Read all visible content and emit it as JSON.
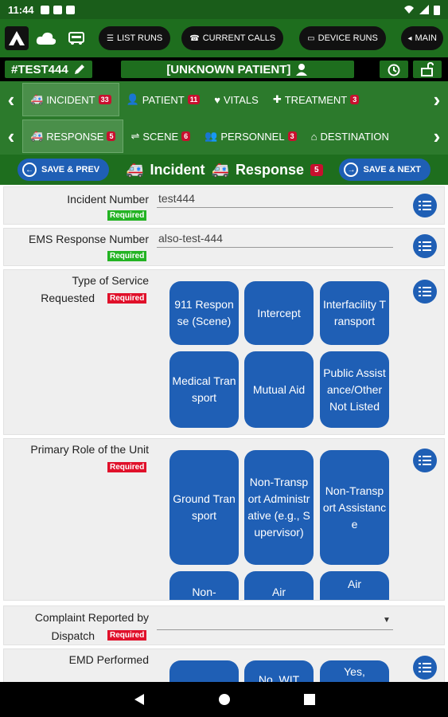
{
  "status_bar": {
    "time": "11:44"
  },
  "top_bar": {
    "list_runs": "LIST RUNS",
    "current_calls": "CURRENT CALLS",
    "device_runs": "DEVICE RUNS",
    "main": "MAIN"
  },
  "record": {
    "id": "#TEST444",
    "patient": "[UNKNOWN PATIENT]"
  },
  "nav_row1": [
    {
      "label": "INCIDENT",
      "badge": "33"
    },
    {
      "label": "PATIENT",
      "badge": "11"
    },
    {
      "label": "VITALS",
      "badge": ""
    },
    {
      "label": "TREATMENT",
      "badge": "3"
    }
  ],
  "nav_row2": [
    {
      "label": "RESPONSE",
      "badge": "5"
    },
    {
      "label": "SCENE",
      "badge": "6"
    },
    {
      "label": "PERSONNEL",
      "badge": "3"
    },
    {
      "label": "DESTINATION",
      "badge": ""
    }
  ],
  "action_bar": {
    "save_prev": "SAVE & PREV",
    "section": "Incident",
    "subsection": "Response",
    "sub_badge": "5",
    "save_next": "SAVE & NEXT"
  },
  "fields": {
    "incident_number": {
      "label": "Incident Number",
      "value": "test444",
      "required": "Required"
    },
    "ems_response_number": {
      "label": "EMS Response Number",
      "value": "also-test-444",
      "required": "Required"
    },
    "type_of_service": {
      "label_line1": "Type of Service",
      "label_line2": "Requested",
      "required": "Required",
      "options": [
        "911 Response (Scene)",
        "Intercept",
        "Interfacility Transport",
        "Medical Transport",
        "Mutual Aid",
        "Public Assistance/Other Not Listed"
      ]
    },
    "primary_role": {
      "label": "Primary Role of the Unit",
      "required": "Required",
      "options": [
        "Ground Transport",
        "Non-Transport Administrative (e.g., Supervisor)",
        "Non-Transport Assistance",
        "Non-",
        "Air",
        "Air"
      ]
    },
    "complaint_dispatch": {
      "label_line1": "Complaint Reported by",
      "label_line2": "Dispatch",
      "required": "Required",
      "value": ""
    },
    "emd_performed": {
      "label": "EMD Performed",
      "options": [
        "",
        "No, WIT",
        "Yes,"
      ]
    }
  }
}
